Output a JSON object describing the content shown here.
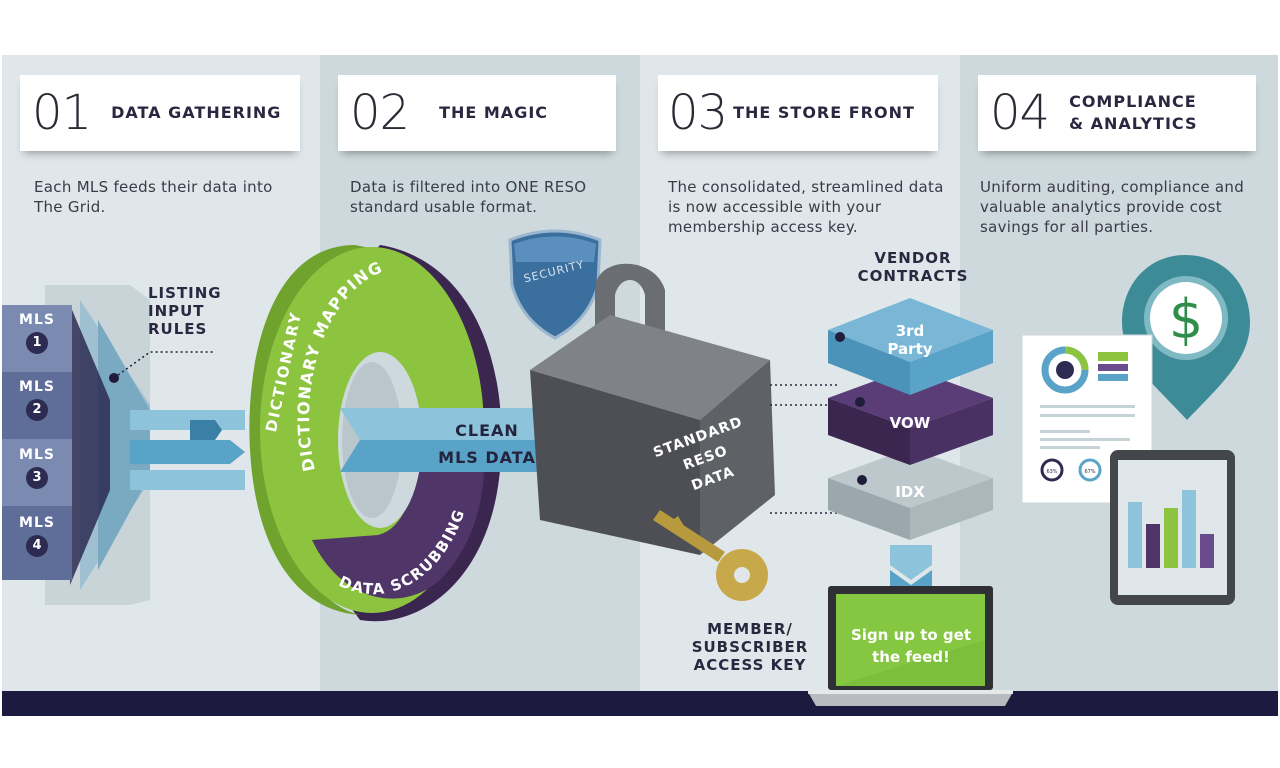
{
  "steps": [
    {
      "number": "01",
      "title": "DATA GATHERING",
      "description": "Each MLS feeds their data into The Grid."
    },
    {
      "number": "02",
      "title": "THE MAGIC",
      "description": "Data is filtered into ONE RESO standard usable format."
    },
    {
      "number": "03",
      "title": "THE STORE FRONT",
      "description": "The consolidated, streamlined data is now accessible with your membership access key."
    },
    {
      "number": "04",
      "title_line1": "COMPLIANCE",
      "title_line2": "& ANALYTICS",
      "description": "Uniform auditing, compliance and valuable analytics provide cost savings for all parties."
    }
  ],
  "mls_feeds": [
    {
      "label": "MLS",
      "number": "1"
    },
    {
      "label": "MLS",
      "number": "2"
    },
    {
      "label": "MLS",
      "number": "3"
    },
    {
      "label": "MLS",
      "number": "4"
    }
  ],
  "listing_input_rules": [
    "LISTING",
    "INPUT",
    "RULES"
  ],
  "ring": {
    "top_label": "DICTIONARY MAPPING",
    "left_label": "DICTIONARY",
    "bottom_label": "DATA SCRUBBING"
  },
  "clean_data": [
    "CLEAN",
    "MLS DATA"
  ],
  "security_badge": "SECURITY",
  "lock_labels": [
    "STANDARD",
    "RESO",
    "DATA"
  ],
  "access_key_label": [
    "MEMBER/",
    "SUBSCRIBER",
    "ACCESS KEY"
  ],
  "vendor_contracts_label": [
    "VENDOR",
    "CONTRACTS"
  ],
  "vendor_tiers": [
    {
      "line1": "3rd",
      "line2": "Party"
    },
    {
      "line1": "VOW",
      "line2": ""
    },
    {
      "line1": "IDX",
      "line2": ""
    }
  ],
  "laptop_cta": [
    "Sign up to get",
    "the feed!"
  ],
  "report_percentages": [
    "63%",
    "67%"
  ],
  "icons": [
    "dollar-sign-icon",
    "shield-icon",
    "padlock-icon",
    "key-icon",
    "laptop-icon",
    "tablet-icon",
    "document-icon"
  ],
  "colors": {
    "green": "#8cc43f",
    "purple": "#4f3468",
    "blue": "#5aa3c8",
    "teal": "#3d8b97",
    "navy": "#1c1a3e",
    "grey": "#5c5e62"
  }
}
